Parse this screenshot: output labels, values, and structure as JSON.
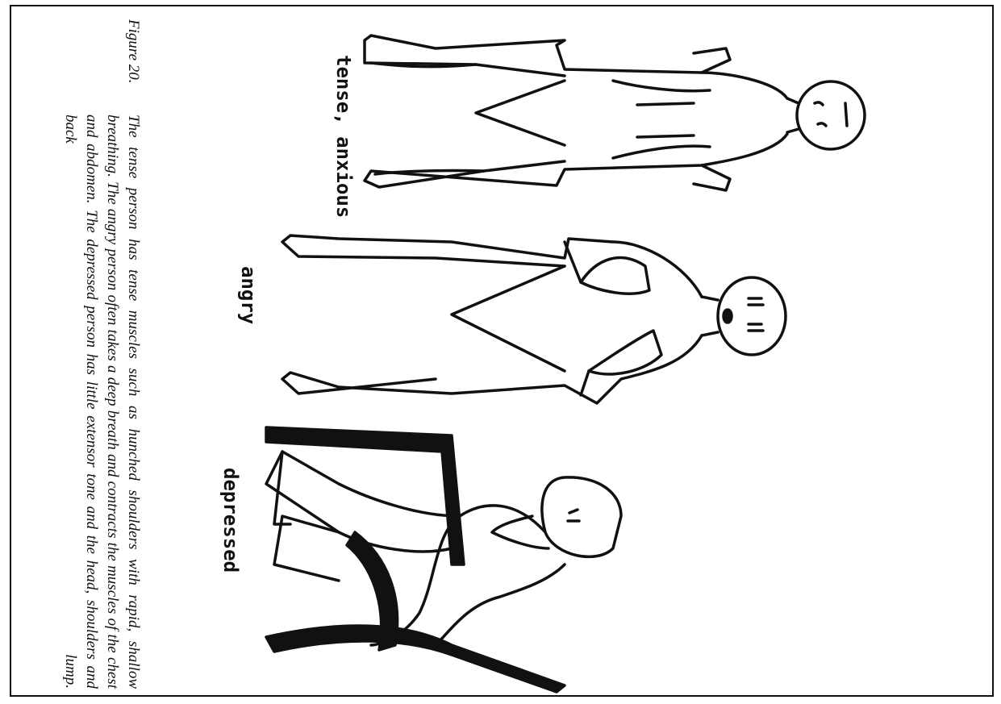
{
  "figure": {
    "label": "Figure 20.",
    "caption": "The tense person has tense muscles such as hunched shoulders with rapid, shallow breathing.  The angry person often takes a deep breath and contracts the muscles of the chest and abdomen. The depressed person has little extensor tone and the head, shoulders and back lump."
  },
  "labels": {
    "tense": "tense, anxious",
    "angry": "angry",
    "depressed": "depressed"
  }
}
